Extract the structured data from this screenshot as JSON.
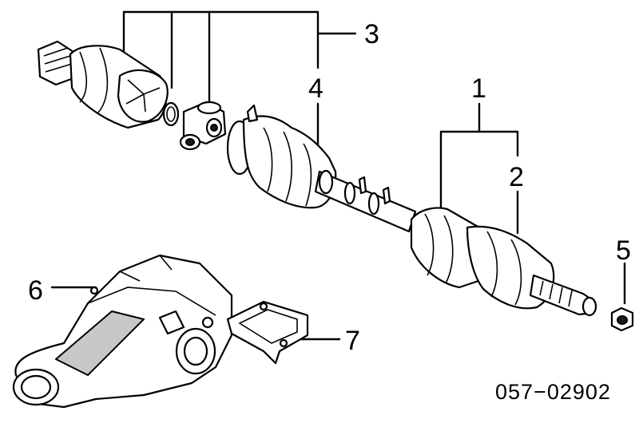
{
  "diagram": {
    "callouts": {
      "c1": "1",
      "c2": "2",
      "c3": "3",
      "c4": "4",
      "c5": "5",
      "c6": "6",
      "c7": "7"
    },
    "part_code": "057−02902"
  }
}
